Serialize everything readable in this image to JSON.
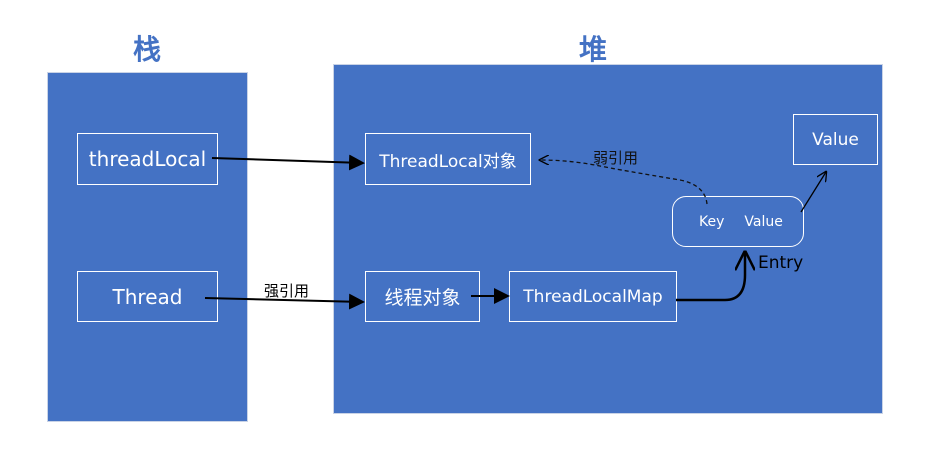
{
  "stack": {
    "title": "栈",
    "items": [
      "threadLocal",
      "Thread"
    ]
  },
  "heap": {
    "title": "堆",
    "threadlocal_object": "ThreadLocal对象",
    "thread_object": "线程对象",
    "threadlocalmap": "ThreadLocalMap",
    "value_box": "Value",
    "entry": {
      "key": "Key",
      "value": "Value",
      "label": "Entry"
    }
  },
  "edges": {
    "strong_ref": "强引用",
    "weak_ref": "弱引用"
  },
  "colors": {
    "panel": "#4472C4"
  }
}
